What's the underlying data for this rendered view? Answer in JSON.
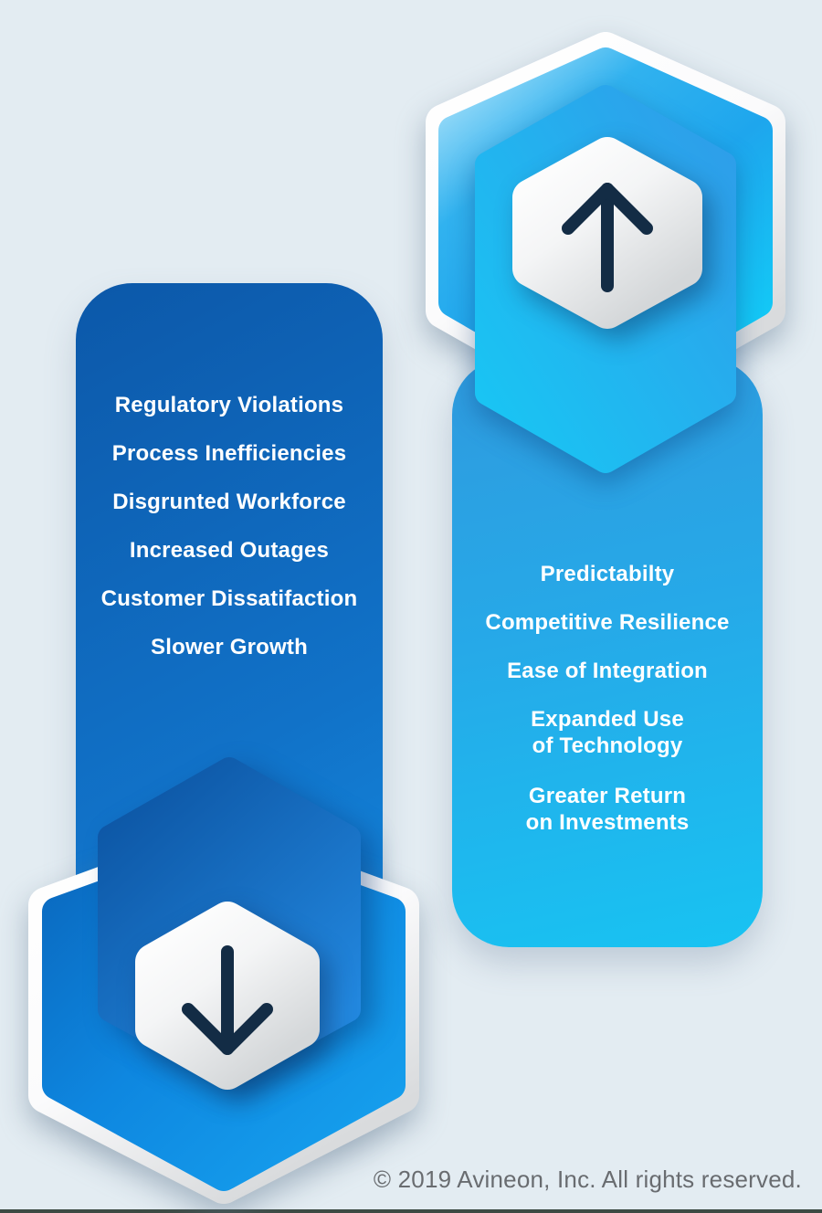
{
  "page": {
    "background_color": "#e3ecf2",
    "bottom_bar_color": "#3d4a43"
  },
  "challenges_panel": {
    "badge_icon": "down-arrow",
    "gradient": [
      "#0c58a9",
      "#1493e9"
    ],
    "items": [
      "Regulatory Violations",
      "Process Inefficiencies",
      "Disgrunted Workforce",
      "Increased Outages",
      "Customer Dissatifaction",
      "Slower Growth"
    ]
  },
  "benefits_panel": {
    "badge_icon": "up-arrow",
    "gradient": [
      "#2f9ade",
      "#18c3f2"
    ],
    "items": [
      "Predictabilty",
      "Competitive Resilience",
      "Ease of Integration",
      "Expanded Use\nof Technology",
      "Greater Return\non Investments"
    ]
  },
  "footer": {
    "copyright": "© 2019 Avineon, Inc. All rights reserved.",
    "text_color": "#696c70"
  },
  "accents": {
    "arrow_color": "#132c45",
    "hexagon_white": "#ffffff",
    "mid_hex_top_gradient": [
      "#2f9ce9",
      "#18c7f4"
    ],
    "mid_hex_bottom_gradient": [
      "#0b52a0",
      "#2287de"
    ],
    "big_hex_top_gradient": [
      "#b7e7fb",
      "#13c9f6"
    ],
    "big_hex_bottom_gradient": [
      "#0a68be",
      "#17a3ef"
    ]
  }
}
